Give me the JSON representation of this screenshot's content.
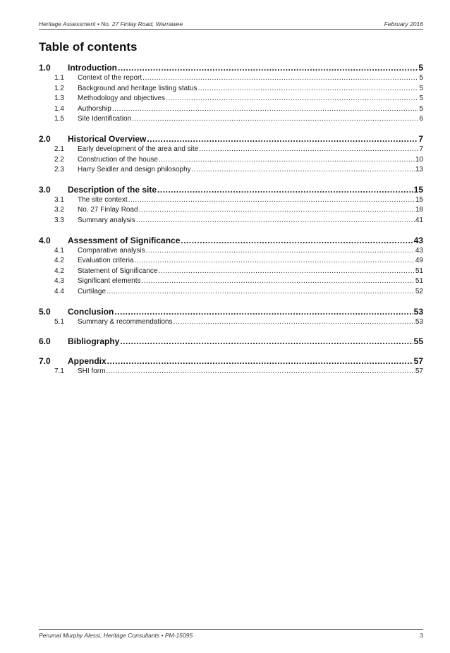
{
  "header": {
    "left": "Heritage Assessment • No. 27 Finlay Road, Warrawee",
    "right": "February 2016"
  },
  "footer": {
    "left": "Perumal Murphy Alessi, Heritage Consultants • PM-15095",
    "page": "3"
  },
  "title": "Table of contents",
  "toc": [
    {
      "num": "1.0",
      "title": "Introduction",
      "page": "5",
      "items": [
        {
          "num": "1.1",
          "title": "Context of the report",
          "page": "5"
        },
        {
          "num": "1.2",
          "title": "Background and heritage listing status",
          "page": "5"
        },
        {
          "num": "1.3",
          "title": "Methodology and objectives",
          "page": "5"
        },
        {
          "num": "1.4",
          "title": "Authorship",
          "page": "5"
        },
        {
          "num": "1.5",
          "title": "Site Identification",
          "page": "6"
        }
      ]
    },
    {
      "num": "2.0",
      "title": "Historical Overview",
      "page": "7",
      "items": [
        {
          "num": "2.1",
          "title": "Early development of the area and site",
          "page": "7"
        },
        {
          "num": "2.2",
          "title": "Construction of the house",
          "page": "10"
        },
        {
          "num": "2.3",
          "title": "Harry Seidler and design philosophy",
          "page": "13"
        }
      ]
    },
    {
      "num": "3.0",
      "title": "Description of the site",
      "page": "15",
      "items": [
        {
          "num": "3.1",
          "title": "The site context",
          "page": "15"
        },
        {
          "num": "3.2",
          "title": "No. 27 Finlay Road",
          "page": "18"
        },
        {
          "num": "3.3",
          "title": "Summary analysis",
          "page": "41"
        }
      ]
    },
    {
      "num": "4.0",
      "title": "Assessment of Significance",
      "page": "43",
      "items": [
        {
          "num": "4.1",
          "title": "Comparative analysis",
          "page": "43"
        },
        {
          "num": "4.2",
          "title": "Evaluation criteria",
          "page": "49"
        },
        {
          "num": "4.2",
          "title": "Statement of Significance",
          "page": "51"
        },
        {
          "num": "4.3",
          "title": "Significant elements",
          "page": "51"
        },
        {
          "num": "4.4",
          "title": "Curtilage",
          "page": "52"
        }
      ]
    },
    {
      "num": "5.0",
      "title": "Conclusion",
      "page": "53",
      "items": [
        {
          "num": "5.1",
          "title": "Summary & recommendations",
          "page": "53"
        }
      ]
    },
    {
      "num": "6.0",
      "title": "Bibliography",
      "page": "55",
      "items": []
    },
    {
      "num": "7.0",
      "title": "Appendix",
      "page": "57",
      "items": [
        {
          "num": "7.1",
          "title": "SHI form",
          "page": "57"
        }
      ]
    }
  ]
}
